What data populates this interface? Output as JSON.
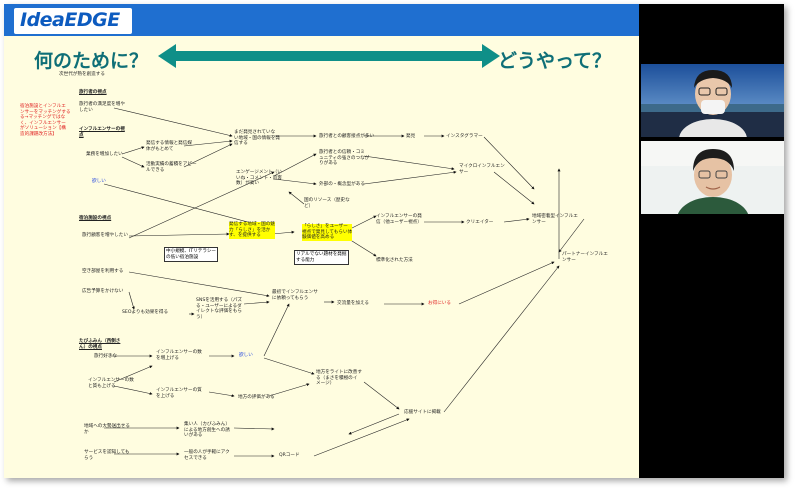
{
  "slide": {
    "logo": "IdeaEDGE",
    "heading_left": "何のために？",
    "heading_right": "どうやって？",
    "nodes": {
      "top_note": "次世代が熟を創造する",
      "traveler": "旅行者の視点",
      "traveler_1": "旅行者の満足度を増や\nしたい",
      "influencer": "インフルエンサーの視\n点",
      "influencer_1": "業務を増加したい",
      "mid_1": "発信する情報と発信媒\n体がもとめて",
      "mid_2": "活動実績の蓄積をアピー\nルできる",
      "unknown_1": "まだ発見されていな\nい地域・国の情報を発\n信する",
      "travel_ex": "旅行者との顧客接点が多い",
      "bunbunbun": "発見",
      "instagramer": "インスタグラマー",
      "engagement": "エンゲージメント（い\nいね・コメント・追客\n数）が高い",
      "community": "旅行者との信頼・コミ\nュニティの強さのつなが\nりがある",
      "micro": "マイクロインフルエン\nサー",
      "outside": "外部の・概念型がある",
      "wanted": "欲しい",
      "red_note": "宿泊施設とインフルエ\nンサーをマッチングする\nる→マッチングではな\nく、インフルエンサー\nがソリューション【構\n造的課題改方法】",
      "facility": "宿泊施設の視点",
      "facility_1": "旅行顧客を増やしたい",
      "yellow_1": "発信する地域・国の魅\n力「らしさ」を活か\nす、を提供する",
      "yellow_2": "「らしさ」をユーザー\n視点で発見してもらい体\n験価値を高める",
      "resource": "国のリソース（歴史な\nど）",
      "inf_hakken": "インフルエンサーの発\n信（他ユーザー視点）",
      "creator": "クリエイター",
      "regional": "地域密着型インフルエ\nンサー",
      "partner": "パートナーインフルエ\nンサー",
      "real_node": "リアルでない題材を発掘\nする能力",
      "standard": "標準化された方法",
      "box_1": "中小規模、ITリテラシー\nの低い宿泊施設",
      "empty_room": "空き部屋を利用する",
      "no_budget": "広告予算をかけない",
      "sns_box": "SNSを活用する（パズ\nる・ユーザーによるダ\nイレクトな評価をもら\nう）",
      "seo": "SEOよりも効果を得る",
      "assist": "最初でインフルエンサ\nに依頼ってもらう",
      "convert": "交流量を加える",
      "save": "お得にいる",
      "tabi": "たびふみん（西側さ\nん）の視点",
      "tabi_1": "旅行好きな",
      "inf_1": "インフルエンサーの数\nを増上げる",
      "wanted_2": "欲しい",
      "inf_2": "インフルエンサーの数\nと質も上げる",
      "inf_3": "インフルエンサーの質\nを上げる",
      "local_eval": "地方の評価がある",
      "local_job": "地方をライトに改善す\nる（まさを積極のイ\nメージ）",
      "site": "応援サイトに掲載",
      "rural": "地域への大勢送出せる\nか",
      "want_people": "集い人（カびふみん）\nによる地方創生への誘\nいがある",
      "service": "サービスを認知しても\nらう",
      "access": "一般の人が手軽にアク\nセスできる",
      "qr": "QRコード"
    }
  },
  "colors": {
    "topbar": "#1f6fd0",
    "heading": "#0f6f77",
    "arrow": "#0f8f88",
    "highlight": "#ffff00",
    "slide_bg": "#fffde0"
  }
}
